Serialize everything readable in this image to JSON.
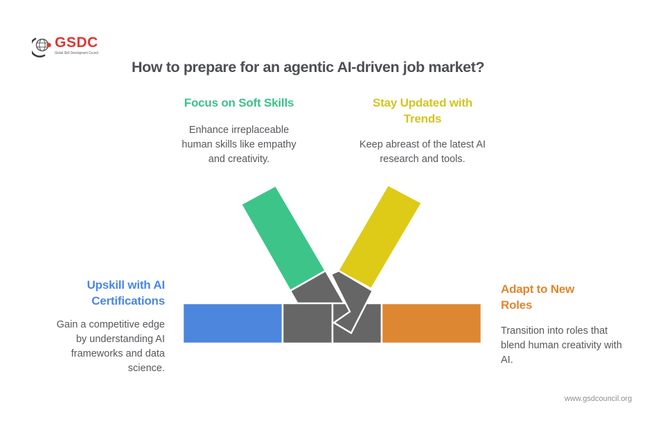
{
  "logo": {
    "text": "GSDC",
    "tagline": "Global Skill Development Council"
  },
  "title": "How to prepare for an agentic AI-driven job market?",
  "sections": [
    {
      "title": "Focus on Soft Skills",
      "description": "Enhance irreplaceable human skills like empathy and creativity.",
      "color": "#3cc18a"
    },
    {
      "title": "Stay Updated with Trends",
      "description": "Keep abreast of the latest AI research and tools.",
      "color": "#d4c41e"
    },
    {
      "title": "Upskill with AI Certifications",
      "description": "Gain a competitive edge by understanding AI frameworks and data science.",
      "color": "#4a86e8"
    },
    {
      "title": "Adapt to New Roles",
      "description": "Transition into roles that blend human creativity with AI.",
      "color": "#e0862e"
    }
  ],
  "footer": {
    "url": "www.gsdcouncil.org"
  },
  "colors": {
    "ribbon_green": "#3dc489",
    "ribbon_yellow": "#decb17",
    "ribbon_blue": "#4c86dd",
    "ribbon_orange": "#dd8732",
    "ribbon_gray": "#666666",
    "ribbon_stroke": "#ffffff",
    "title_text": "#4d4f53",
    "body_text": "#56575b",
    "footer_text": "#8e8e8e",
    "logo_red": "#e23530"
  }
}
